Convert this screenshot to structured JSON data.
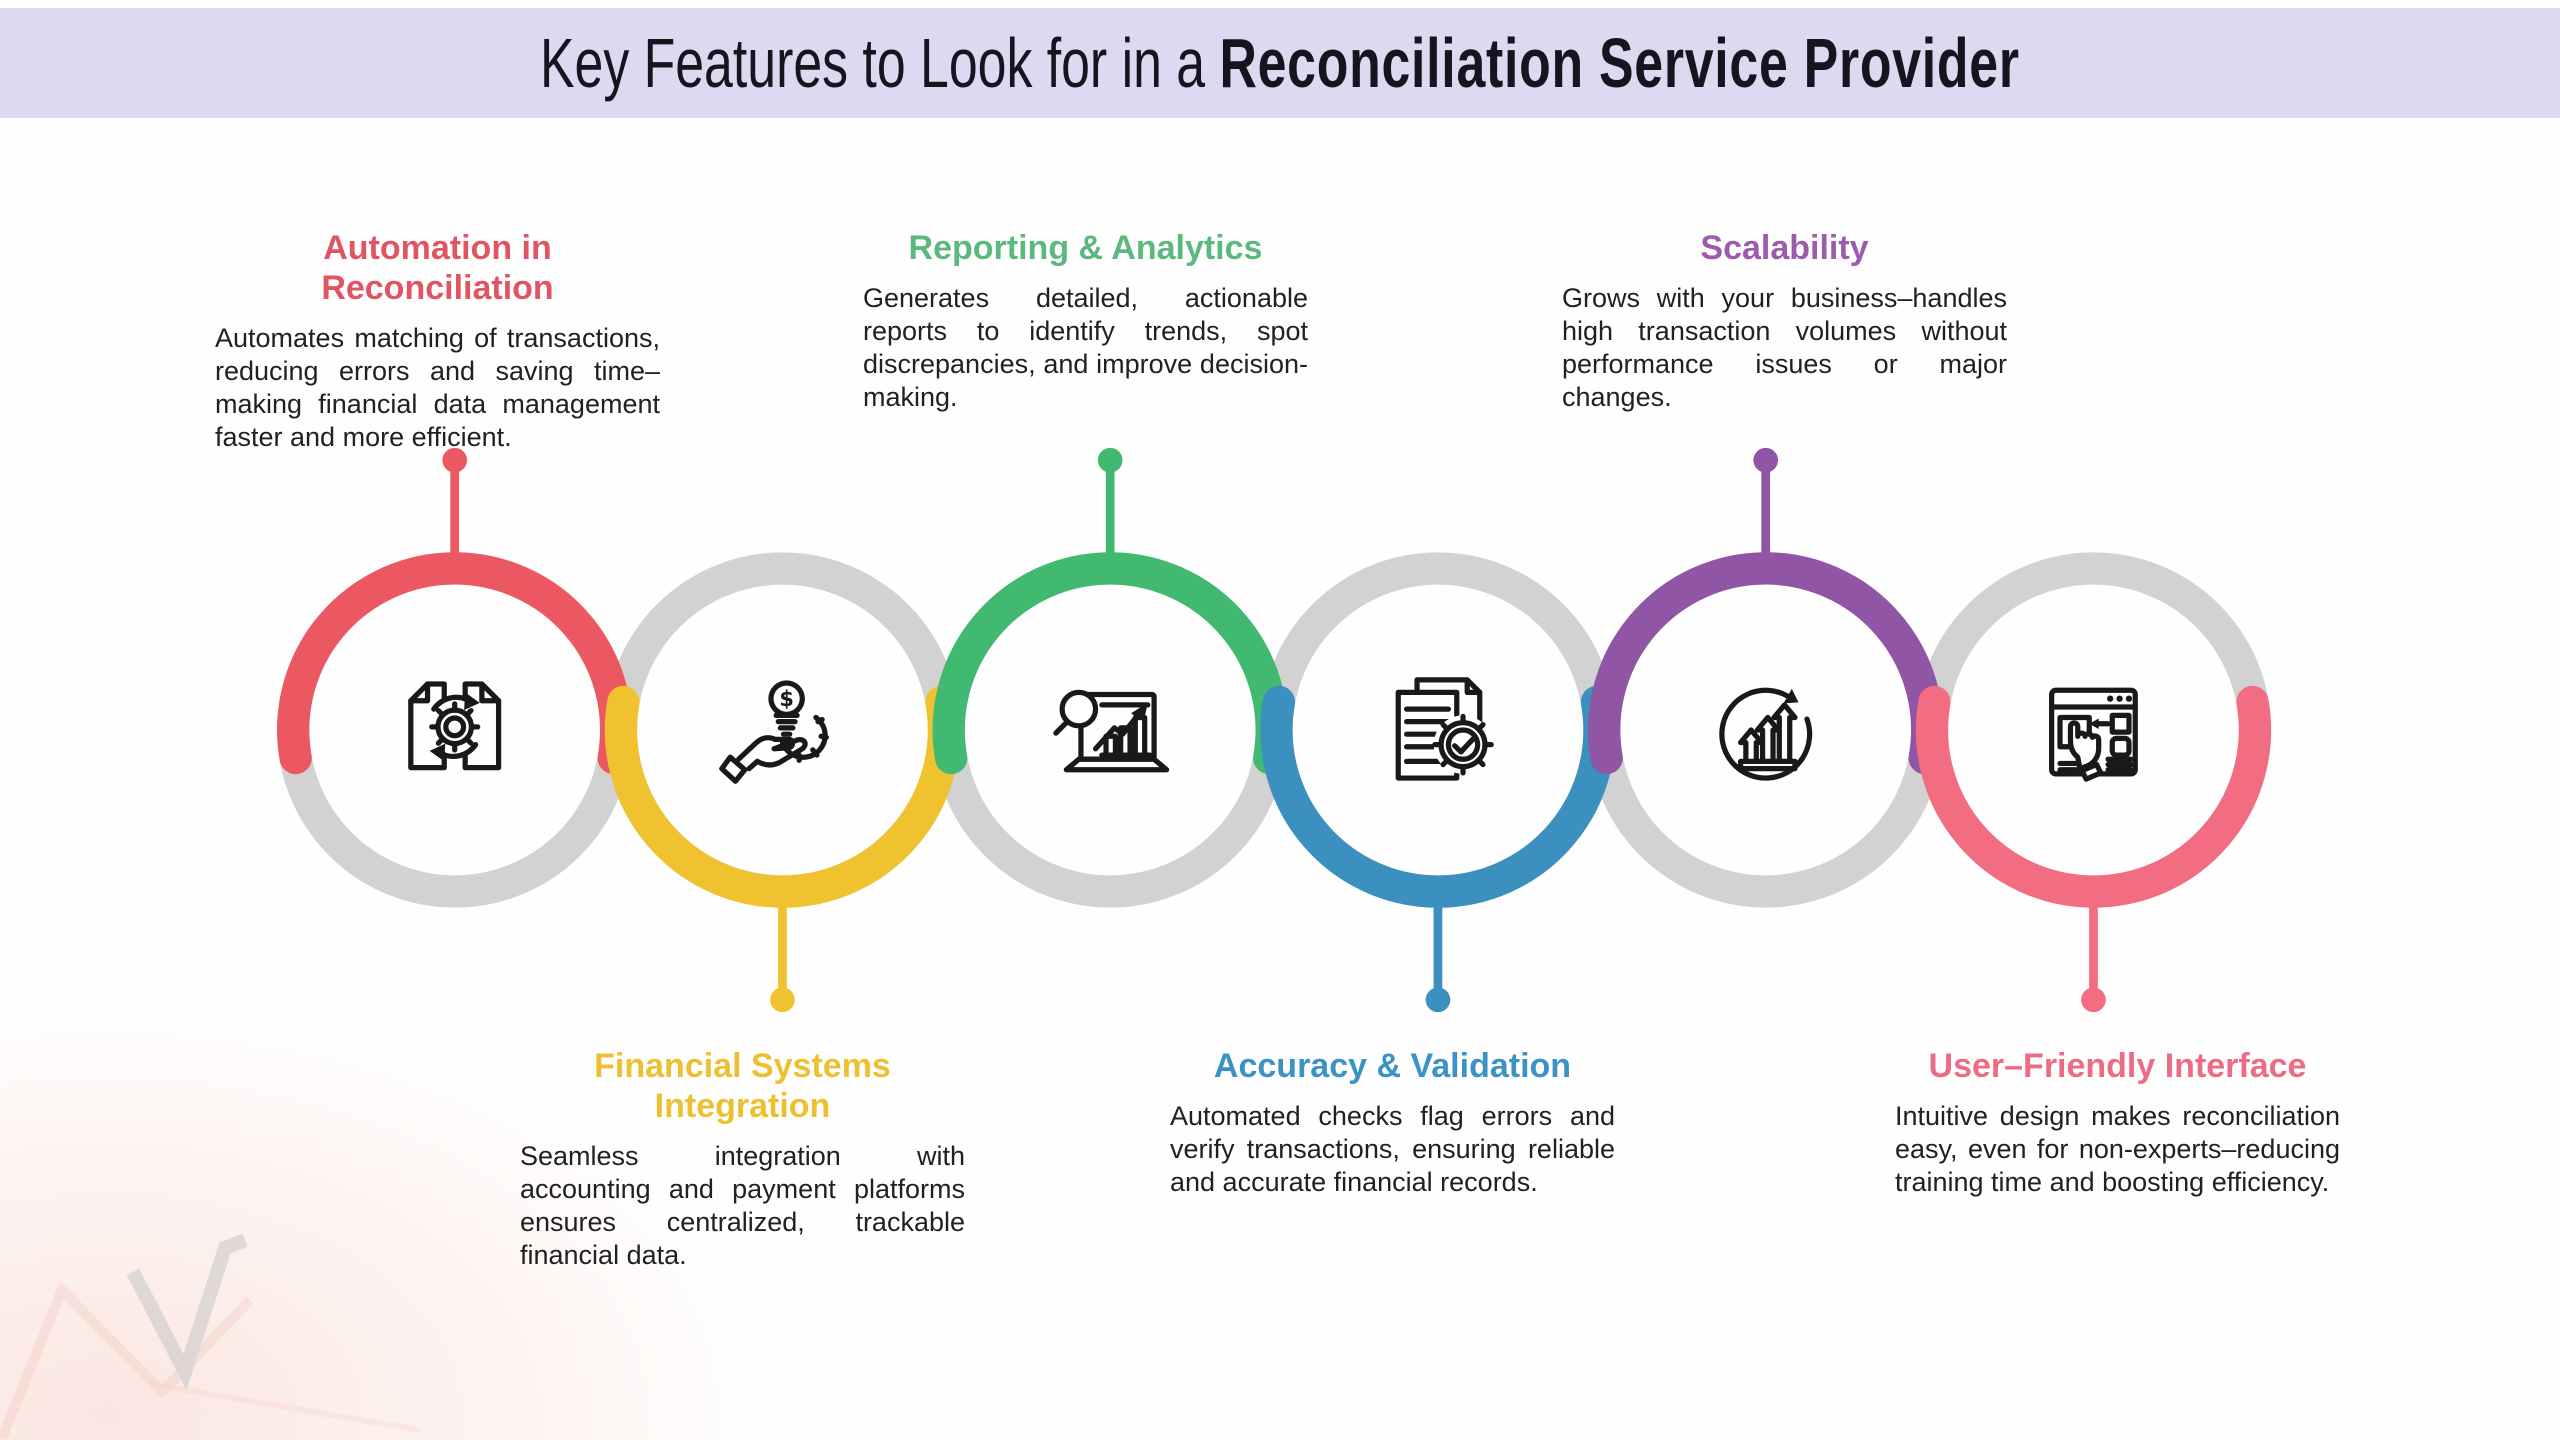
{
  "header": {
    "title_regular": "Key Features to Look for in a ",
    "title_bold": "Reconciliation Service Provider",
    "band_color": "#ded9f1"
  },
  "colors": {
    "ring_gray": "#d2d2d2",
    "background": "#fffefe"
  },
  "glyphs": {
    "dollar": "$"
  },
  "items": [
    {
      "id": "automation",
      "position": "top",
      "title": "Automation in Reconciliation",
      "title_color": "#e15563",
      "arc_color": "#ec5862",
      "icon": "sync-documents-icon",
      "description": "Automates matching of transactions, reducing errors and saving time–making financial data management faster and more efficient."
    },
    {
      "id": "financial-systems-integration",
      "position": "bottom",
      "title": "Financial Systems Integration",
      "title_color": "#edc032",
      "arc_color": "#f0c230",
      "icon": "hand-coin-gear-icon",
      "description": "Seamless integration with accounting and payment platforms ensures centralized, trackable financial data."
    },
    {
      "id": "reporting-analytics",
      "position": "top",
      "title": "Reporting & Analytics",
      "title_color": "#5bb97e",
      "arc_color": "#41b971",
      "icon": "analytics-chart-icon",
      "description": "Generates detailed, actionable reports to identify trends, spot discrepancies, and improve decision-making."
    },
    {
      "id": "accuracy-validation",
      "position": "bottom",
      "title": "Accuracy & Validation",
      "title_color": "#3b93c5",
      "arc_color": "#3b90bf",
      "icon": "document-check-gear-icon",
      "description": "Automated checks flag errors and verify transactions, ensuring reliable and accurate financial records."
    },
    {
      "id": "scalability",
      "position": "top",
      "title": "Scalability",
      "title_color": "#9d5baf",
      "arc_color": "#9055a5",
      "icon": "growth-arrows-icon",
      "description": "Grows with your business–handles high transaction volumes without performance issues or major changes."
    },
    {
      "id": "user-friendly-interface",
      "position": "bottom",
      "title": "User–Friendly Interface",
      "title_color": "#ee6b84",
      "arc_color": "#f26d81",
      "icon": "ui-window-pointer-icon",
      "description": "Intuitive design makes reconciliation easy, even for non-experts–reducing training time and boosting efficiency."
    }
  ],
  "watermark": {
    "v_color": "#c7c7c7",
    "zigzag_color": "#f0b5aa"
  }
}
